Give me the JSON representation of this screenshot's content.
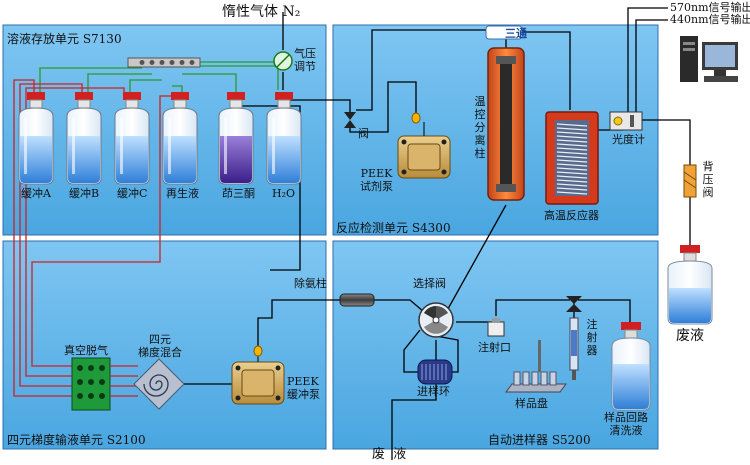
{
  "gas": {
    "label": "惰性气体 N₂"
  },
  "signals": {
    "sig570": "570nm信号输出",
    "sig440": "440nm信号输出"
  },
  "units": {
    "storage": "溶液存放单元 S7130",
    "reaction": "反应检测单元 S4300",
    "gradient": "四元梯度输液单元 S2100",
    "autosampler": "自动进样器 S5200"
  },
  "storage": {
    "pressure_regulator": "气压\n调节",
    "bottles": [
      "缓冲A",
      "缓冲B",
      "缓冲C",
      "再生液",
      "茚三酮",
      "H₂O"
    ],
    "valve": "阀"
  },
  "reaction": {
    "tee": "三通",
    "reagent_pump": "PEEK\n试剂泵",
    "column": "温控分离柱",
    "reactor": "高温反应器",
    "photometer": "光度计"
  },
  "backpressure": "背压阀",
  "waste_right": "废液",
  "gradient": {
    "degasser": "真空脱气",
    "mixer": "四元\n梯度混合",
    "ammonia_column": "除氨柱",
    "buffer_pump": "PEEK\n缓冲泵"
  },
  "autosampler": {
    "select_valve": "选择阀",
    "injection_port": "注射口",
    "sample_loop": "进样环",
    "sample_tray": "样品盘",
    "syringe": "注射器",
    "wash": "样品回路\n清洗液"
  },
  "waste_bottom": "废  液"
}
